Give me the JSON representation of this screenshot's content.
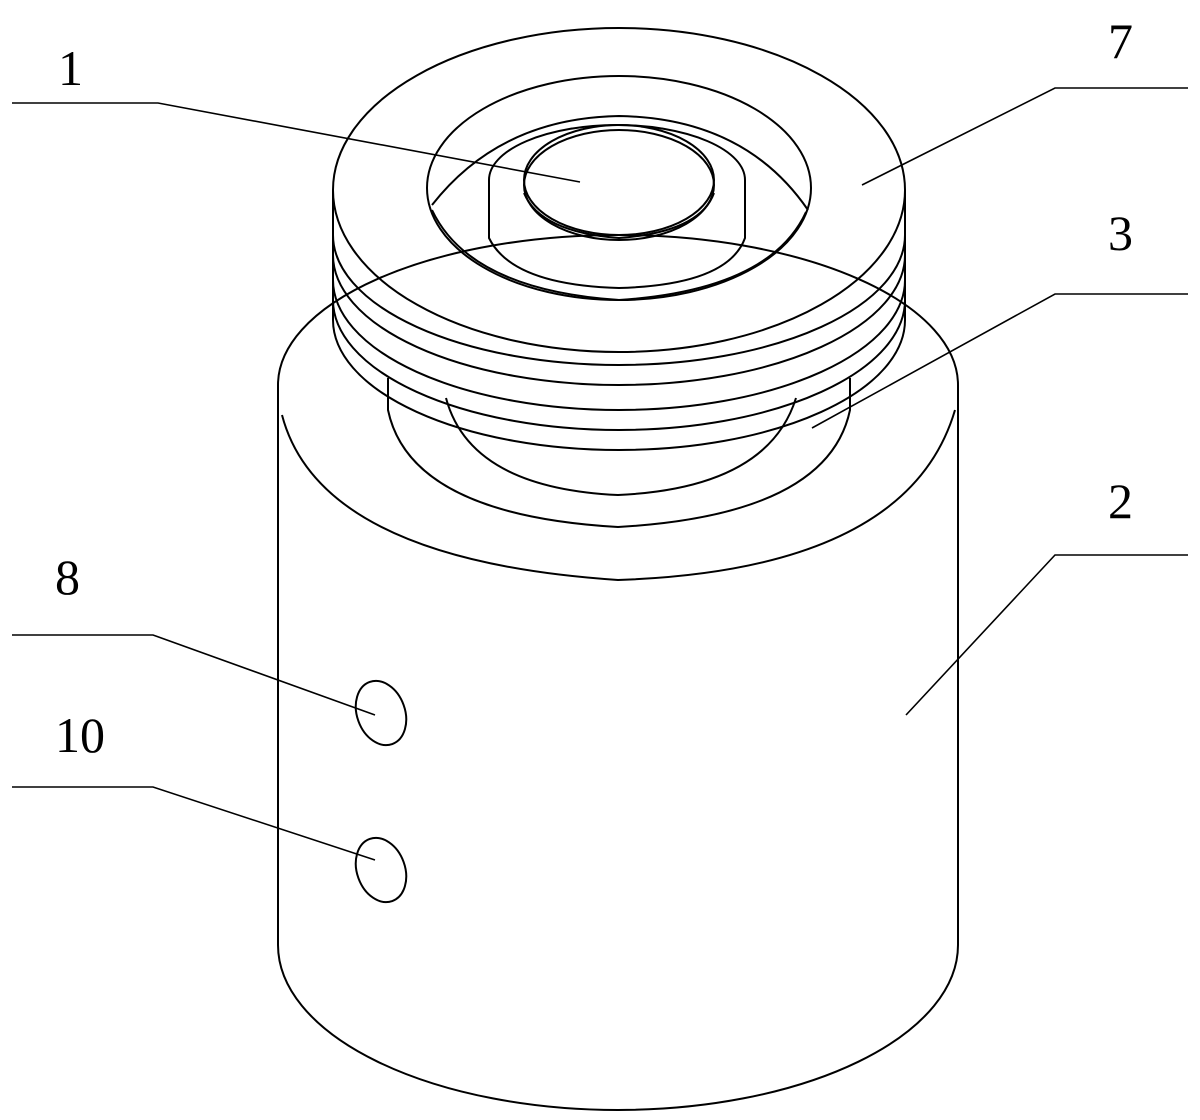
{
  "labels": {
    "part_1": "1",
    "part_7": "7",
    "part_3": "3",
    "part_2": "2",
    "part_8": "8",
    "part_10": "10"
  },
  "colors": {
    "background": "#ffffff",
    "line": "#000000"
  }
}
